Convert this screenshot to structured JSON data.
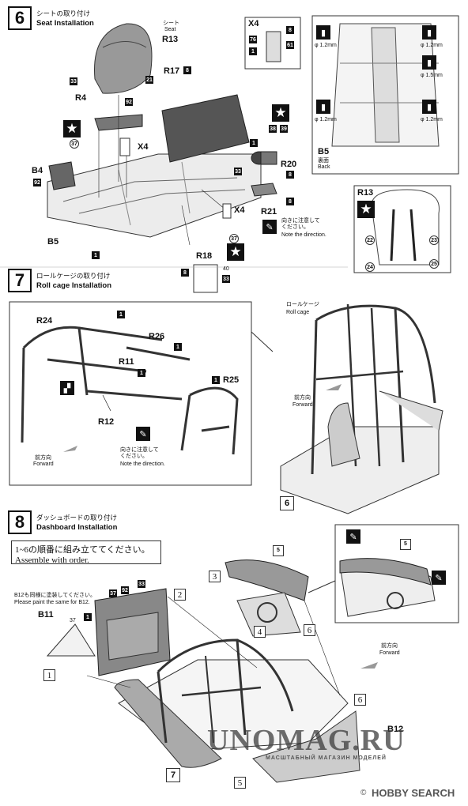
{
  "step6": {
    "number": "6",
    "title_ja": "シートの取り付け",
    "title_en": "Seat Installation",
    "seat_ja": "シート",
    "seat_en": "Seat",
    "parts": [
      "R13",
      "R17",
      "R4",
      "X4",
      "B4",
      "B5",
      "R20",
      "R21",
      "R18",
      "X4"
    ],
    "refs": [
      "33",
      "21",
      "92",
      "37",
      "8",
      "1",
      "33",
      "38",
      "39",
      "8",
      "8",
      "37",
      "40",
      "8",
      "33",
      "92",
      "76",
      "61",
      "1",
      "8"
    ],
    "note_ja": "向きに注意して\nください。",
    "note_en": "Note the direction.",
    "x4_box_label": "X4",
    "b5_back_ja": "裏面",
    "b5_back_en": "Back",
    "b5_label": "B5",
    "drill": [
      "φ 1.2mm",
      "φ 1.2mm",
      "φ 1.5mm",
      "φ 1.2mm",
      "φ 1.2mm"
    ],
    "r13_box_label": "R13",
    "r13_refs": [
      "22",
      "23",
      "24",
      "25"
    ]
  },
  "step7": {
    "number": "7",
    "title_ja": "ロールケージの取り付け",
    "title_en": "Roll cage Installation",
    "parts": [
      "R24",
      "R26",
      "R11",
      "R25",
      "R12"
    ],
    "note_ja": "向きに注意して\nください。",
    "note_en": "Note the direction.",
    "forward_ja": "前方向",
    "forward_en": "Forward",
    "cage_ja": "ロールケージ",
    "cage_en": "Roll cage",
    "forward2_ja": "前方向",
    "forward2_en": "Forward",
    "step_ref": "6",
    "refs": [
      "1",
      "1",
      "1",
      "1",
      "1"
    ]
  },
  "step8": {
    "number": "8",
    "title_ja": "ダッシュボードの取り付け",
    "title_en": "Dashboard Installation",
    "order_ja": "1~6の順番に組み立ててください。",
    "order_en": "Assemble with order.",
    "b12_ja": "B12も同様に塗装してください。",
    "b12_en": "Please paint the same for B12.",
    "b11": "B11",
    "b12": "B12",
    "refs": [
      "37",
      "92",
      "37",
      "33",
      "1",
      "5",
      "5"
    ],
    "seq": [
      "1",
      "2",
      "3",
      "4",
      "5",
      "6",
      "6"
    ],
    "forward_ja": "前方向",
    "forward_en": "Forward",
    "step_ref": "7"
  },
  "watermark": {
    "brand": "UNOMAG.RU",
    "tagline": "МАСШТАБНЫЙ МАГАЗИН МОДЕЛЕЙ",
    "search": "HOBBY SEARCH",
    "copyright": "©"
  }
}
